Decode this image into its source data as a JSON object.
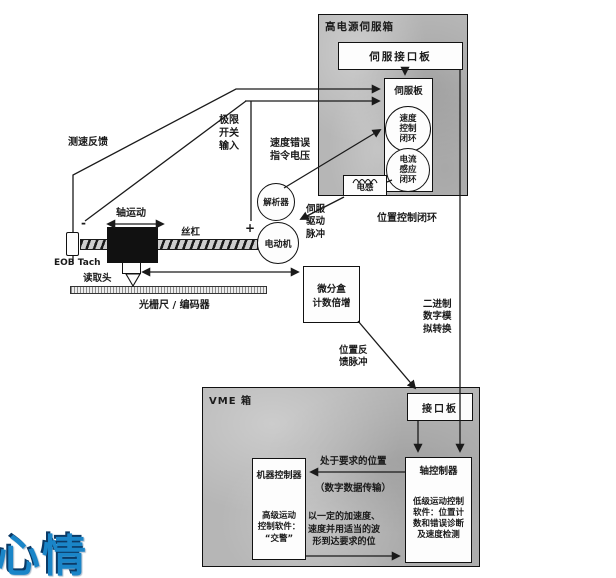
{
  "watermark": "心情",
  "servo_cabinet": {
    "title": "高电源伺服箱",
    "interface_board": "伺服接口板",
    "servo_board": "伺服板",
    "speed_loop": "速度\n控制\n闭环",
    "current_loop": "电流\n感应\n闭环",
    "inductor": "电感"
  },
  "mechanism": {
    "axis_motion": "轴运动",
    "leadscrew": "丝杠",
    "motor": "电动机",
    "resolver": "解析器",
    "eob_tach": "EOB Tach",
    "read_head": "读取头",
    "scale_encoder": "光栅尺 / 编码器",
    "minus": "-",
    "plus": "+"
  },
  "signals": {
    "speed_feedback": "测速反馈",
    "limit_switch_input": "极限\n开关\n输入",
    "speed_error_voltage": "速度错误\n指令电压",
    "servo_drive_pulse": "伺服\n驱动\n脉冲",
    "position_control_loop": "位置控制闭环",
    "binary_da_conversion": "二进制\n数字模\n拟转换",
    "position_feedback_pulse": "位置反\n馈脉冲",
    "diff_box": "微分盒\n计数倍增"
  },
  "vme": {
    "title": "VME 箱",
    "interface_board": "接口板",
    "axis_controller": "轴控制器",
    "axis_controller_desc": "低级运动控制\n软件：位置计\n数和错误诊断\n及速度检测",
    "machine_controller": "机器控制器",
    "machine_controller_desc": "高级运动\n控制软件：\n“交警”",
    "at_required_position": "处于要求的位置",
    "digital_data_transfer": "（数字数据传输）",
    "motion_profile": "以一定的加速度、\n速度并用适当的波\n形到达要求的位"
  },
  "colors": {
    "cabinet_gray": "#b6b6b6",
    "line_black": "#1a1a1a",
    "watermark_blue": "#1a85c8"
  }
}
